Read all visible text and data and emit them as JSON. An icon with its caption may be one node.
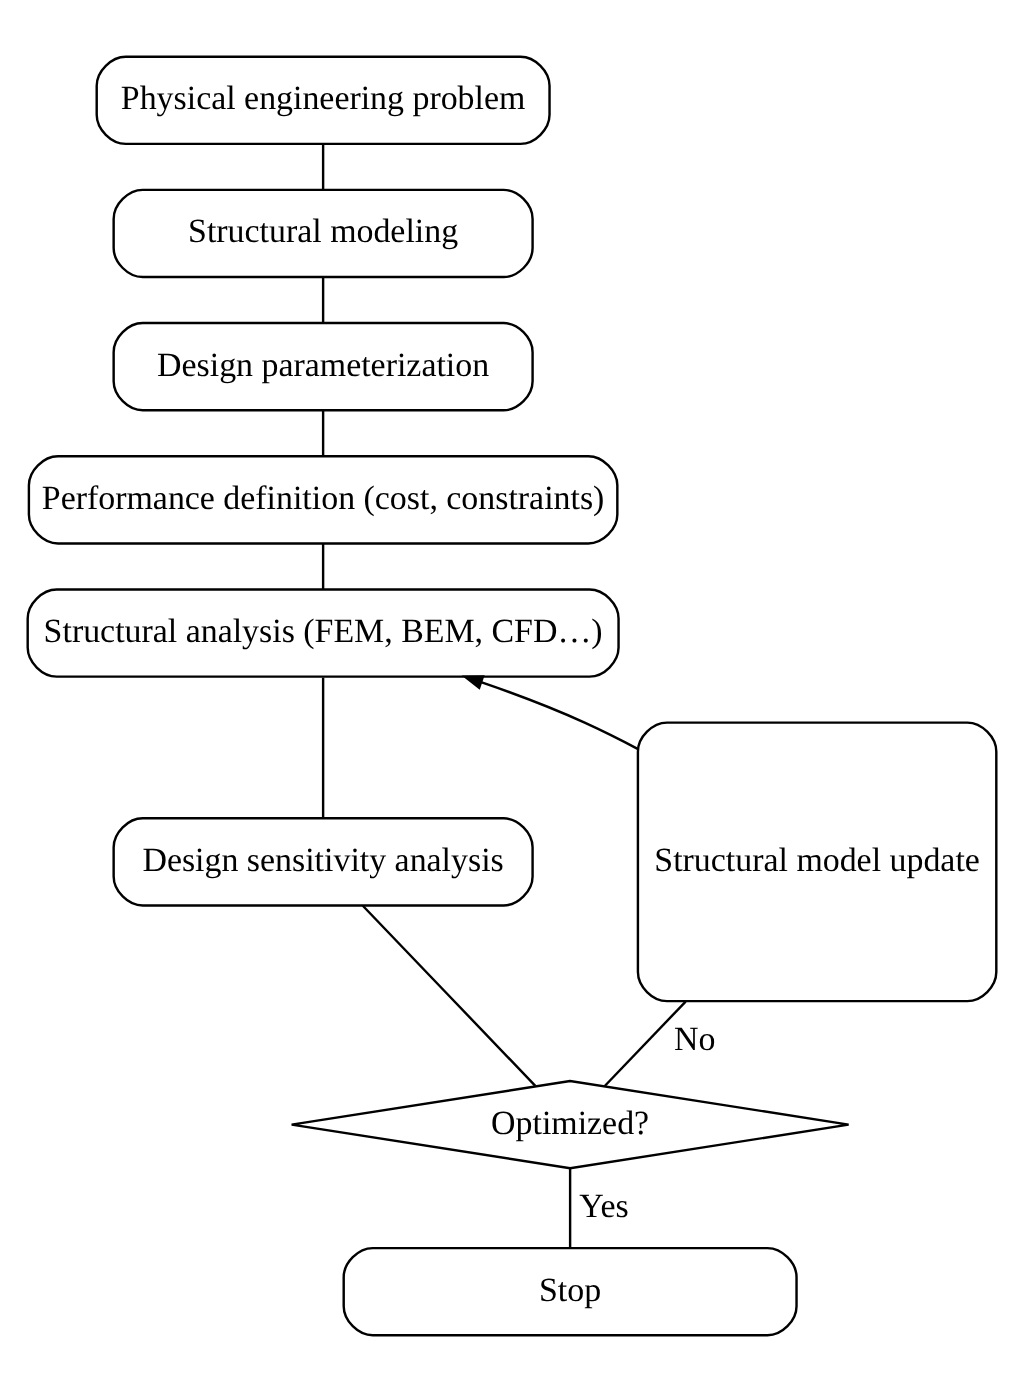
{
  "diagram": {
    "nodes": [
      {
        "text": [
          "Physical engineering problem"
        ]
      },
      {
        "text": [
          "Structural modeling"
        ]
      },
      {
        "text": [
          "Design parameterization"
        ]
      },
      {
        "text": [
          "Performance definition (cost, constraints)"
        ]
      },
      {
        "text": [
          "Structural analysis (FEM, BEM, CFD…)"
        ]
      },
      {
        "text": [
          "Design sensitivity analysis"
        ]
      },
      {
        "text": [
          "Optimized?"
        ]
      },
      {
        "text": [
          "Stop"
        ]
      },
      {
        "text": [
          "Structural model update"
        ]
      }
    ],
    "edges": [
      {
        "from": 0,
        "to": 1,
        "arrow": "none"
      },
      {
        "from": 1,
        "to": 2,
        "arrow": "none"
      },
      {
        "from": 2,
        "to": 3,
        "arrow": "none"
      },
      {
        "from": 3,
        "to": 4,
        "arrow": "none"
      },
      {
        "from": 4,
        "to": 5,
        "arrow": "none"
      },
      {
        "from": 5,
        "to": 6,
        "arrow": "none"
      },
      {
        "from": 6,
        "to": 7,
        "label": "Yes",
        "arrow": "none"
      },
      {
        "from": 6,
        "to": 8,
        "label": "No",
        "arrow": "none"
      },
      {
        "from": 8,
        "to": 4,
        "arrow": "to"
      }
    ]
  }
}
